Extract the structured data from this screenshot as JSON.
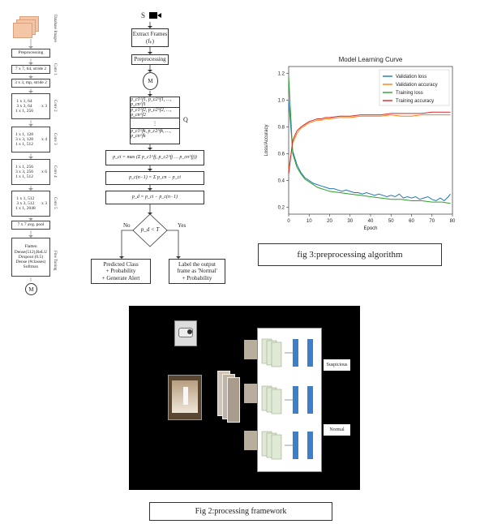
{
  "left_arch": {
    "db_label": "Database Images",
    "steps": [
      {
        "text": "Preprocessing",
        "side": ""
      },
      {
        "text": "7 x 7, 64, stride 2",
        "side": "Conv 1"
      },
      {
        "text": "3 x 3, mp, stride 2",
        "side": ""
      },
      {
        "text": "1 x 1, 64\n3 x 3, 64\n1 x 1, 256",
        "mult": "x 3",
        "side": "Conv 2"
      },
      {
        "text": "1 x 1, 128\n3 x 3, 128\n1 x 1, 512",
        "mult": "x 4",
        "side": "Conv 3"
      },
      {
        "text": "1 x 1, 256\n3 x 3, 256\n1 x 1, 512",
        "mult": "x 6",
        "side": "Conv 4"
      },
      {
        "text": "1 x 1, 512\n3 x 3, 512\n1 x 1, 2048",
        "mult": "x 3",
        "side": "Conv 5"
      },
      {
        "text": "7 x 7 avg. pool",
        "side": ""
      },
      {
        "text": "Flatten\nDense(512),ReLU\nDropout (0.5)\nDense (#classes)\nSoftmax",
        "side": "Fine Tuning"
      }
    ],
    "end": "M"
  },
  "flow": {
    "start": "S",
    "extract": "Extract Frames\n(fₖ)",
    "preprocessing": "Preprocessing",
    "m": "M",
    "p_row1": "p_c1^f1, p_c2^f1, …, p_cn^f1",
    "p_row2": "p_c1^f2, p_c2^f2, …, p_cn^f2",
    "p_row3": "⋮",
    "p_row4": "p_c1^fk, p_c2^fk, …, p_cn^fk",
    "q": "Q",
    "pci": "p_ci = max (Σ p_c1^fj, p_c2^fj … p_cn^fj))",
    "pcn": "p_c(n−1) = Σ p_cn − p_ci",
    "pd": "p_d = p_ci − p_c(n−1)",
    "decision": "p_d < T",
    "no": "No",
    "yes": "Yes",
    "out_left": "Predicted Class\n+ Probability\n+ Generate Alert",
    "out_right": "Label the output\nframe as 'Normal'\n+ Probability"
  },
  "chart_caption": "fig 3:preprocessing algorithm",
  "chart_data": {
    "type": "line",
    "title": "Model Learning Curve",
    "xlabel": "Epoch",
    "ylabel": "Loss/Accuracy",
    "xlim": [
      0,
      80
    ],
    "ylim": [
      0.15,
      1.25
    ],
    "xticks": [
      0,
      10,
      20,
      30,
      40,
      50,
      60,
      70,
      80
    ],
    "yticks": [
      0.2,
      0.4,
      0.6,
      0.8,
      1.0,
      1.2
    ],
    "legend_position": "top-right",
    "series": [
      {
        "name": "Validation loss",
        "color": "#1f77b4",
        "x": [
          0,
          2,
          4,
          6,
          8,
          10,
          12,
          14,
          16,
          18,
          20,
          22,
          24,
          26,
          28,
          30,
          32,
          34,
          36,
          38,
          40,
          42,
          44,
          46,
          48,
          50,
          52,
          54,
          56,
          58,
          60,
          62,
          64,
          66,
          68,
          70,
          72,
          74,
          76,
          78,
          79
        ],
        "y": [
          1.0,
          0.62,
          0.52,
          0.46,
          0.42,
          0.4,
          0.38,
          0.37,
          0.36,
          0.35,
          0.34,
          0.34,
          0.33,
          0.32,
          0.33,
          0.32,
          0.31,
          0.31,
          0.3,
          0.31,
          0.3,
          0.29,
          0.3,
          0.29,
          0.28,
          0.29,
          0.28,
          0.3,
          0.27,
          0.28,
          0.27,
          0.28,
          0.26,
          0.27,
          0.28,
          0.26,
          0.25,
          0.27,
          0.25,
          0.28,
          0.3
        ]
      },
      {
        "name": "Validation accuracy",
        "color": "#ff7f0e",
        "x": [
          0,
          2,
          4,
          6,
          8,
          10,
          12,
          14,
          16,
          18,
          20,
          25,
          30,
          35,
          40,
          45,
          50,
          55,
          60,
          65,
          70,
          75,
          79
        ],
        "y": [
          0.48,
          0.68,
          0.75,
          0.79,
          0.81,
          0.83,
          0.84,
          0.85,
          0.85,
          0.86,
          0.86,
          0.87,
          0.87,
          0.88,
          0.88,
          0.88,
          0.89,
          0.88,
          0.88,
          0.89,
          0.89,
          0.89,
          0.89
        ]
      },
      {
        "name": "Training loss",
        "color": "#2ca02c",
        "x": [
          0,
          2,
          4,
          6,
          8,
          10,
          12,
          14,
          16,
          18,
          20,
          25,
          30,
          35,
          40,
          45,
          50,
          55,
          60,
          65,
          70,
          75,
          79
        ],
        "y": [
          1.18,
          0.6,
          0.5,
          0.45,
          0.41,
          0.39,
          0.37,
          0.35,
          0.34,
          0.33,
          0.32,
          0.31,
          0.3,
          0.29,
          0.28,
          0.27,
          0.26,
          0.26,
          0.25,
          0.25,
          0.24,
          0.24,
          0.23
        ]
      },
      {
        "name": "Training accuracy",
        "color": "#d62728",
        "x": [
          0,
          2,
          4,
          6,
          8,
          10,
          12,
          14,
          16,
          18,
          20,
          25,
          30,
          35,
          40,
          45,
          50,
          55,
          60,
          65,
          70,
          75,
          79
        ],
        "y": [
          0.45,
          0.7,
          0.77,
          0.8,
          0.82,
          0.84,
          0.85,
          0.86,
          0.86,
          0.87,
          0.87,
          0.88,
          0.88,
          0.89,
          0.89,
          0.89,
          0.9,
          0.9,
          0.9,
          0.9,
          0.91,
          0.91,
          0.91
        ]
      }
    ]
  },
  "framework": {
    "label_top": "Suspicious",
    "label_bottom": "Normal"
  },
  "framework_caption": "Fig 2:processing framework"
}
